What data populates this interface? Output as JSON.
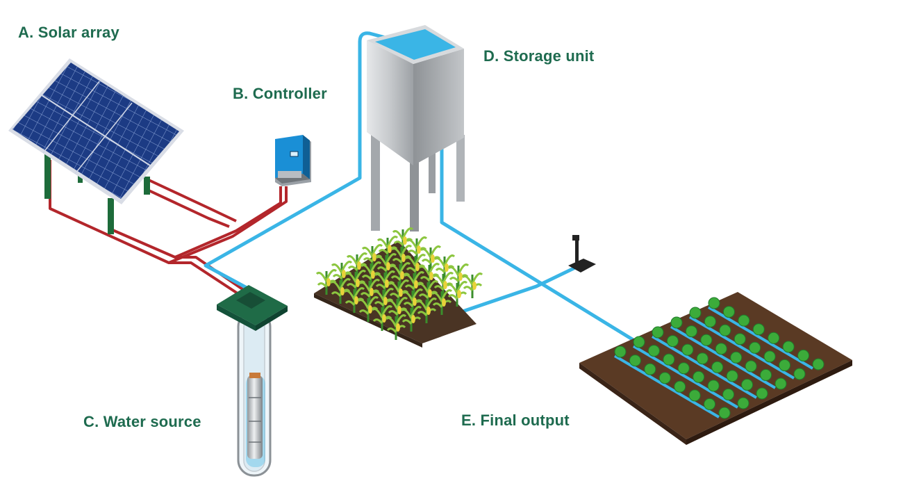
{
  "colors": {
    "label_text": "#1e6b4f",
    "water_pipe": "#3ab5e6",
    "power_cable": "#b3262b",
    "panel_blue": "#1f3f8a",
    "tank_gray": "#b9bcbf",
    "soil": "#5a3a24",
    "crop_green": "#3cab3a"
  },
  "labels": {
    "solar_array": "A. Solar array",
    "controller": "B. Controller",
    "water_source": "C. Water source",
    "storage_unit": "D. Storage unit",
    "final_output": "E. Final output"
  },
  "icons": [
    "solar-panel-icon",
    "controller-box-icon",
    "submersible-pump-icon",
    "water-tank-icon",
    "corn-field-icon",
    "vegetable-field-icon",
    "sprinkler-icon"
  ]
}
